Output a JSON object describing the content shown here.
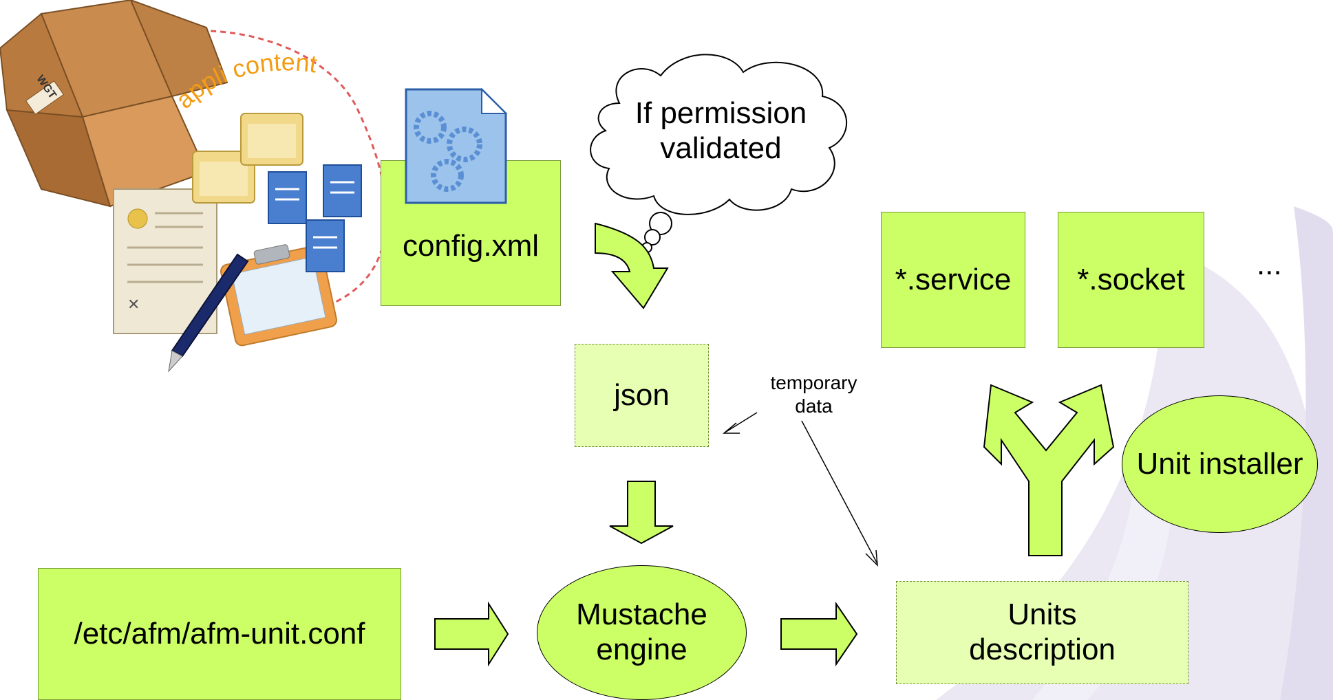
{
  "labels": {
    "appli_content": "appli content",
    "wgt": "WGT",
    "config": "config.xml",
    "thought_line1": "If permission",
    "thought_line2": "validated",
    "json": "json",
    "temporary_line1": "temporary",
    "temporary_line2": "data",
    "service": "*.service",
    "socket": "*.socket",
    "ellipsis": "...",
    "unit_installer": "Unit installer",
    "afm_conf": "/etc/afm/afm-unit.conf",
    "mustache_line1": "Mustache",
    "mustache_line2": "engine",
    "units_line1": "Units",
    "units_line2": "description"
  },
  "colors": {
    "box_fill": "#ccff66",
    "pale_box_fill": "#e6ffb3",
    "arc_dash": "#e05a5a",
    "appli_text": "#f39c12",
    "watermark": "#ebe8f3"
  }
}
